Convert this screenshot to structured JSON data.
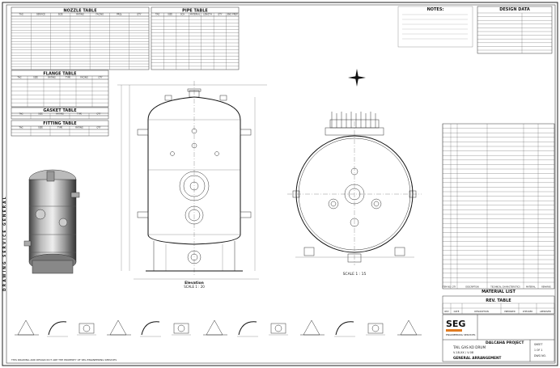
{
  "tables": {
    "nozzle": {
      "title": "NOZZLE TABLE",
      "cols": [
        "TAG",
        "SERVICE",
        "SIZE",
        "RATING",
        "FACING",
        "PROJ.",
        "QTY"
      ],
      "rows": 19
    },
    "pipe": {
      "title": "PIPE TABLE",
      "cols": [
        "TAG",
        "SIZE",
        "SCH",
        "MATERIAL",
        "LENGTH",
        "QTY",
        "END PREP"
      ],
      "rows": 16
    },
    "flange": {
      "title": "FLANGE TABLE",
      "cols": [
        "TAG",
        "SIZE",
        "RATING",
        "TYPE",
        "FACING",
        "QTY"
      ],
      "rows": 7
    },
    "gasket": {
      "title": "GASKET TABLE",
      "cols": [
        "TAG",
        "SIZE",
        "RATING",
        "TYPE",
        "QTY"
      ],
      "rows": 1
    },
    "fitting": {
      "title": "FITTING TABLE",
      "cols": [
        "TAG",
        "SIZE",
        "TYPE",
        "RATING",
        "QTY"
      ],
      "rows": 2
    }
  },
  "notes": {
    "title": "NOTES:"
  },
  "design_data": {
    "title": "DESIGN DATA"
  },
  "views": {
    "elevation_title": "Elevation",
    "elevation_scale": "SCALE 1 : 20",
    "plan_scale": "SCALE 1 : 15"
  },
  "side_text": "DRAWING   SERVICE   GENERAL",
  "material_list": {
    "title": "MATERIAL LIST",
    "headers": [
      "ITEM NO.",
      "QTY",
      "DESCRIPTION",
      "TECHNICAL CHARACTERISTICS",
      "MATERIAL",
      "REMARKS"
    ]
  },
  "rev_table": {
    "title": "REV. TABLE",
    "headers": [
      "REV",
      "DATE",
      "DESCRIPTION",
      "PREPARED",
      "CHECKED",
      "APPROVED"
    ]
  },
  "title_block": {
    "logo": "SEG",
    "logo_sub": "ENGINEERING SERVICES",
    "project": "DALCAHA PROJECT",
    "drawing_title_1": "TAIL GAS KO DRUM",
    "drawing_title_2": "V-18-XX / V-08",
    "drawing_title_3": "GENERAL ARRANGEMENT",
    "sheet_label": "SHEET",
    "sheet_value": "1 OF 1",
    "dwg_label": "DWG NO."
  },
  "footer_note": "THIS DRAWING AND DESIGN IN IT ARE THE PROPERTY OF SEG ENGINEERING SERVICES"
}
